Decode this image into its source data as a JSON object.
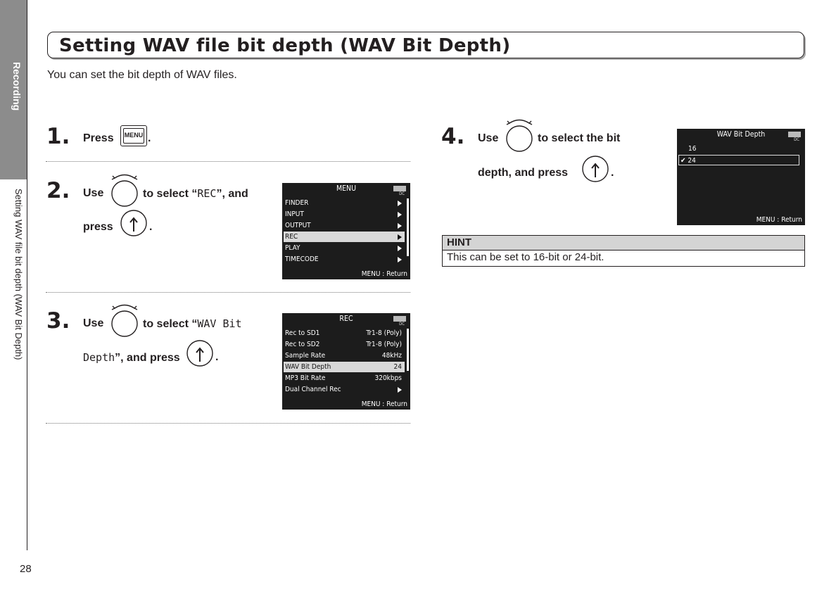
{
  "sidebar": {
    "tab_label": "Recording",
    "section_label": "Setting WAV file bit depth (WAV Bit Depth)"
  },
  "page_number": "28",
  "title": "Setting WAV file bit depth (WAV Bit Depth)",
  "intro": "You can set the bit depth of WAV files.",
  "steps": [
    {
      "num": "1.",
      "press": "Press",
      "period": "."
    },
    {
      "num": "2.",
      "use": "Use",
      "select_prefix": "to select “",
      "select_item": "REC",
      "select_suffix": "”, and",
      "press": "press",
      "period": "."
    },
    {
      "num": "3.",
      "use": "Use",
      "select_prefix": "to select “",
      "select_item_a": "WAV Bit",
      "select_item_b": "Depth",
      "select_suffix": "”, and press",
      "period": "."
    },
    {
      "num": "4.",
      "use": "Use",
      "select_text": "to select the bit",
      "line2": "depth, and press",
      "period": "."
    }
  ],
  "menu_key_label": "MENU",
  "screens": {
    "menu": {
      "title": "MENU",
      "items": [
        "FINDER",
        "INPUT",
        "OUTPUT",
        "REC",
        "PLAY",
        "TIMECODE"
      ],
      "selected_index": 3,
      "footer": "MENU : Return",
      "dc": "DC"
    },
    "rec": {
      "title": "REC",
      "items": [
        {
          "label": "Rec to SD1",
          "value": "Tr1-8 (Poly)"
        },
        {
          "label": "Rec to SD2",
          "value": "Tr1-8 (Poly)"
        },
        {
          "label": "Sample Rate",
          "value": "48kHz"
        },
        {
          "label": "WAV Bit Depth",
          "value": "24"
        },
        {
          "label": "MP3 Bit Rate",
          "value": "320kbps"
        },
        {
          "label": "Dual Channel Rec",
          "value": ""
        }
      ],
      "selected_index": 3,
      "footer": "MENU : Return",
      "dc": "DC"
    },
    "bitdepth": {
      "title": "WAV Bit Depth",
      "items": [
        "16",
        "✔ 24"
      ],
      "selected_index": 1,
      "footer": "MENU : Return",
      "dc": "DC"
    }
  },
  "hint": {
    "heading": "HINT",
    "body": "This can be set to 16-bit or 24-bit."
  }
}
